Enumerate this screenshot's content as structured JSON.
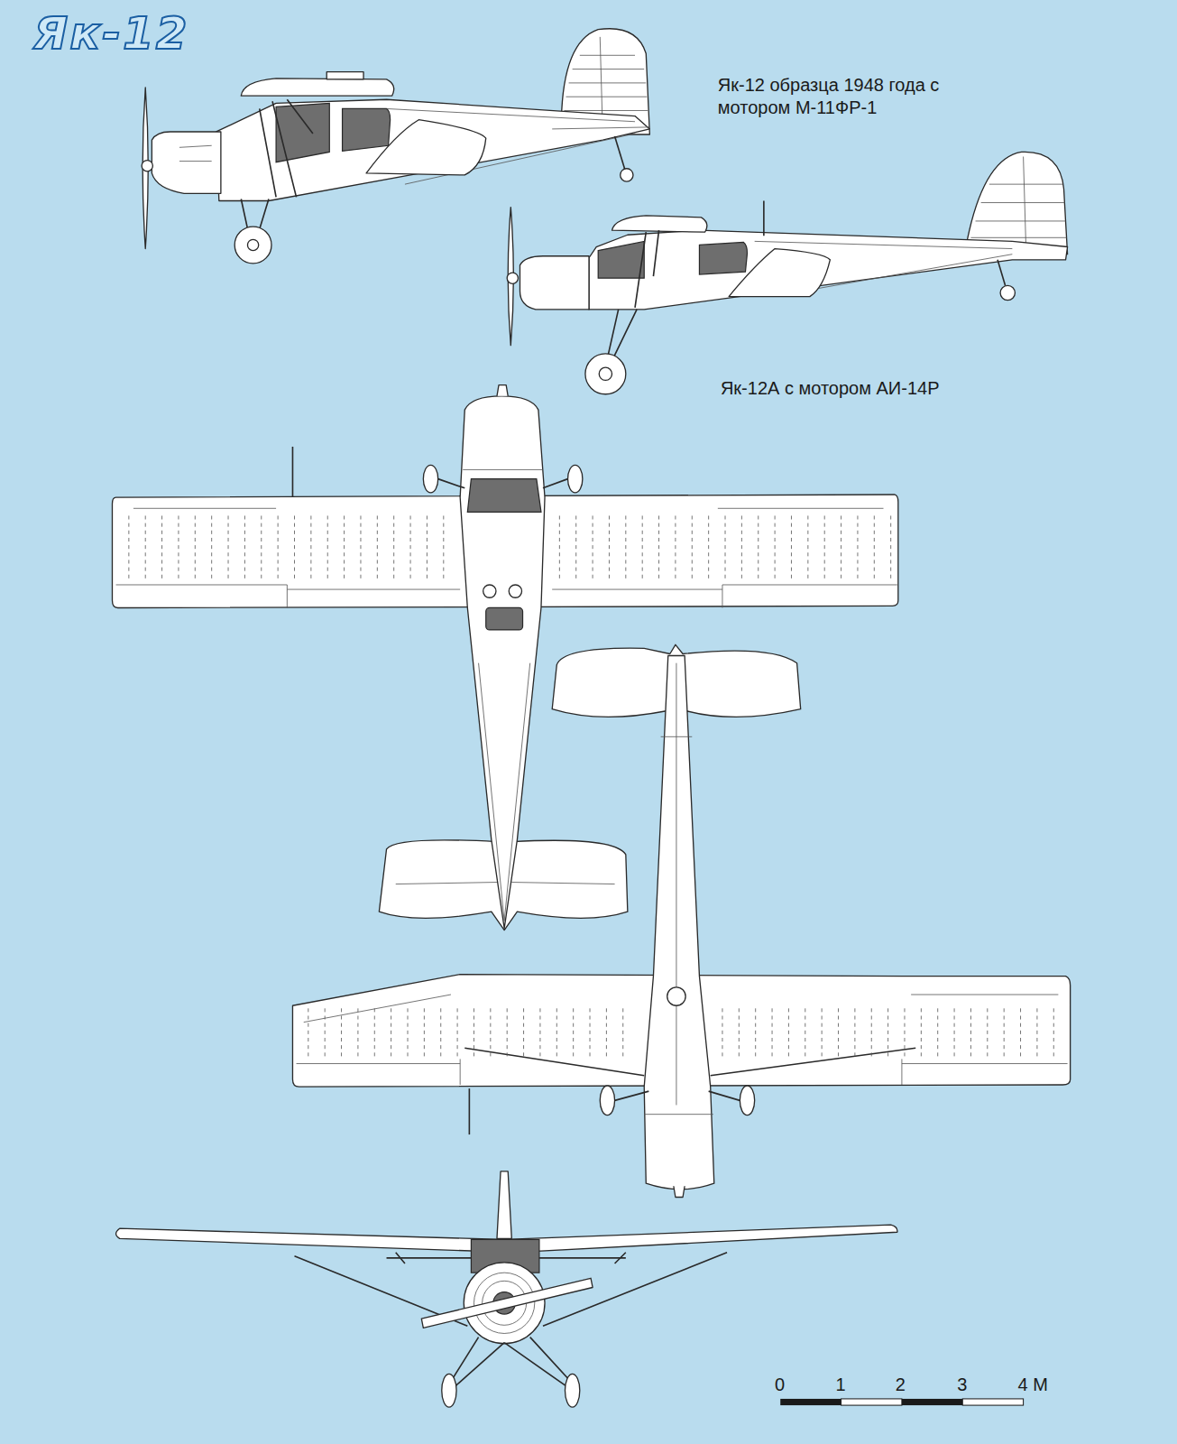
{
  "diagram": {
    "title": "Як-12",
    "labels": [
      "Як-12 образца 1948 года с мотором М-11ФР-1",
      "Як-12А с мотором АИ-14Р",
      "0",
      "1",
      "2",
      "3",
      "4 М"
    ]
  }
}
